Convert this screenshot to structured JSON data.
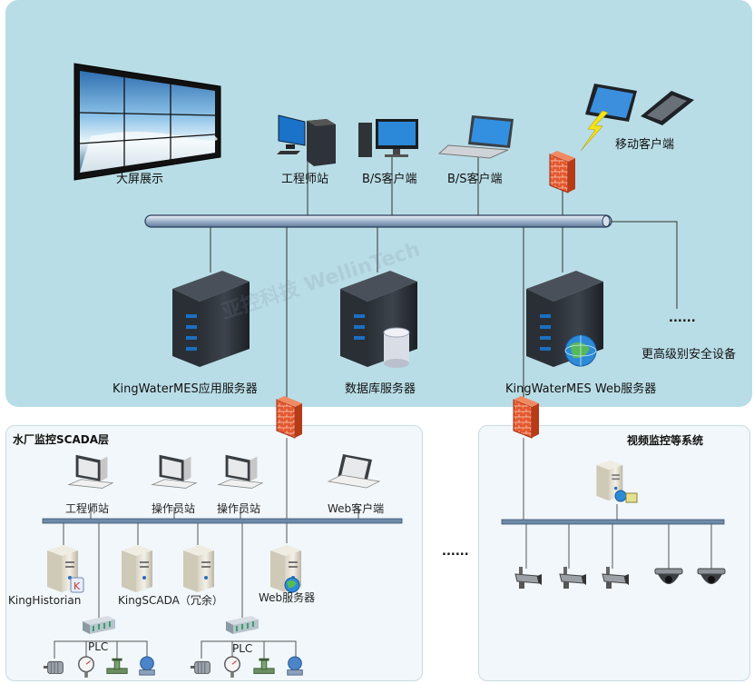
{
  "top": {
    "big_screen": "大屏展示",
    "engineer_station": "工程师站",
    "bs_client_1": "B/S客户端",
    "bs_client_2": "B/S客户端",
    "mobile_client": "移动客户端",
    "app_server": "KingWaterMES应用服务器",
    "db_server": "数据库服务器",
    "web_server": "KingWaterMES Web服务器",
    "ellipsis": "......",
    "higher_security": "更高级别安全设备"
  },
  "scada": {
    "title": "水厂监控SCADA层",
    "engineer_station": "工程师站",
    "operator_station_1": "操作员站",
    "operator_station_2": "操作员站",
    "web_client": "Web客户端",
    "king_historian": "KingHistorian",
    "king_scada": "KingSCADA（冗余）",
    "web_server": "Web服务器",
    "plc_1": "PLC",
    "plc_2": "PLC"
  },
  "video": {
    "title": "视频监控等系统"
  },
  "middle_ellipsis": "......",
  "watermark": "亚控科技 WellinTech"
}
